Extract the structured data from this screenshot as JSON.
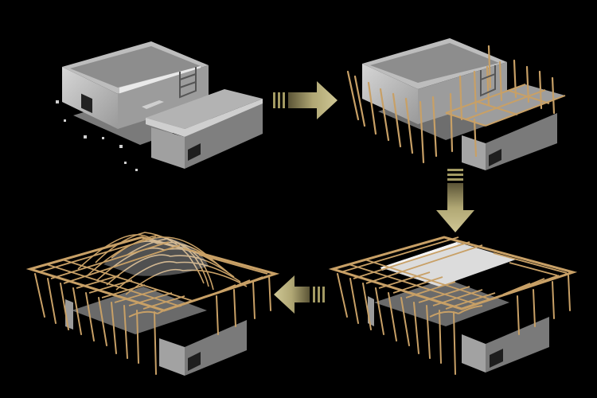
{
  "diagram": {
    "kind": "construction sequence",
    "stages": [
      {
        "id": 1,
        "step": "concrete-shell"
      },
      {
        "id": 2,
        "step": "timber-columns-and-beams"
      },
      {
        "id": 3,
        "step": "roof-rafters-with-sheathing"
      },
      {
        "id": 4,
        "step": "curved-roof-framing"
      }
    ],
    "flow": [
      "stage-1",
      "stage-2",
      "stage-3",
      "stage-4"
    ],
    "colors": {
      "background": "#000000",
      "concrete": "#a9a9a9",
      "concrete_dark": "#6e6e6e",
      "timber": "#c8a066",
      "arrow": "#a39a63"
    },
    "arrows": [
      {
        "from": "stage-1",
        "to": "stage-2",
        "direction": "right"
      },
      {
        "from": "stage-2",
        "to": "stage-3",
        "direction": "down"
      },
      {
        "from": "stage-3",
        "to": "stage-4",
        "direction": "left"
      }
    ]
  }
}
